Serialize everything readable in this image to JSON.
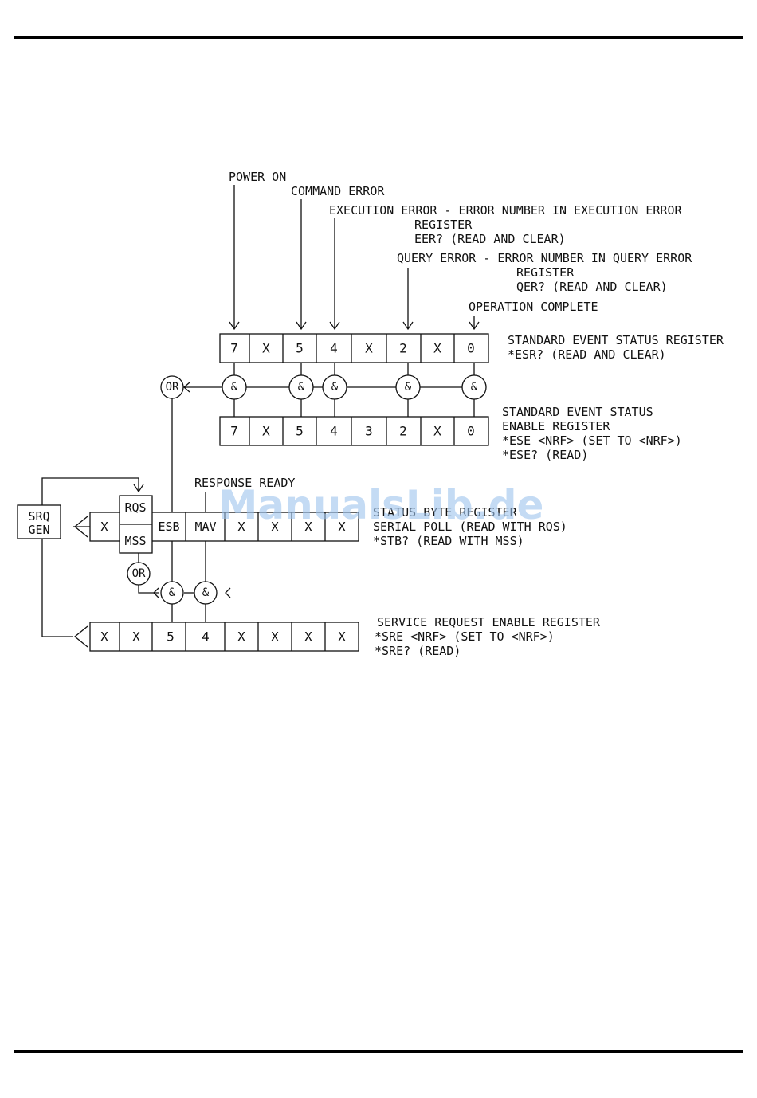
{
  "watermark": "ManualsLib.de",
  "esr": {
    "bits": [
      "7",
      "X",
      "5",
      "4",
      "X",
      "2",
      "X",
      "0"
    ],
    "label_lines": [
      "STANDARD EVENT STATUS REGISTER",
      "*ESR? (READ AND CLEAR)"
    ]
  },
  "ese": {
    "bits": [
      "7",
      "X",
      "5",
      "4",
      "3",
      "2",
      "X",
      "0"
    ],
    "label_lines": [
      "STANDARD EVENT STATUS",
      "ENABLE REGISTER",
      "*ESE  <NRF> (SET TO <NRF>)",
      "*ESE? (READ)"
    ]
  },
  "event_labels": {
    "power_on": "POWER ON",
    "command_error": "COMMAND ERROR",
    "execution_error": [
      "EXECUTION ERROR - ERROR NUMBER IN EXECUTION ERROR",
      "REGISTER",
      "EER? (READ AND CLEAR)"
    ],
    "query_error": [
      "QUERY ERROR - ERROR NUMBER IN QUERY ERROR",
      "REGISTER",
      "QER? (READ AND CLEAR)"
    ],
    "operation_complete": "OPERATION COMPLETE"
  },
  "response_ready": "RESPONSE READY",
  "gates": {
    "and": "&",
    "or": "OR"
  },
  "srq_gen": [
    "SRQ",
    "GEN"
  ],
  "stb": {
    "rqs": "RQS",
    "mss": "MSS",
    "bits": [
      "X",
      "ESB",
      "MAV",
      "X",
      "X",
      "X",
      "X"
    ],
    "label_lines": [
      "STATUS BYTE REGISTER",
      "SERIAL POLL (READ WITH RQS)",
      "*STB? (READ WITH MSS)"
    ]
  },
  "sre": {
    "bits": [
      "X",
      "X",
      "5",
      "4",
      "X",
      "X",
      "X",
      "X"
    ],
    "label_lines": [
      "SERVICE REQUEST ENABLE REGISTER",
      "*SRE <NRF> (SET TO <NRF>)",
      "*SRE? (READ)"
    ]
  }
}
